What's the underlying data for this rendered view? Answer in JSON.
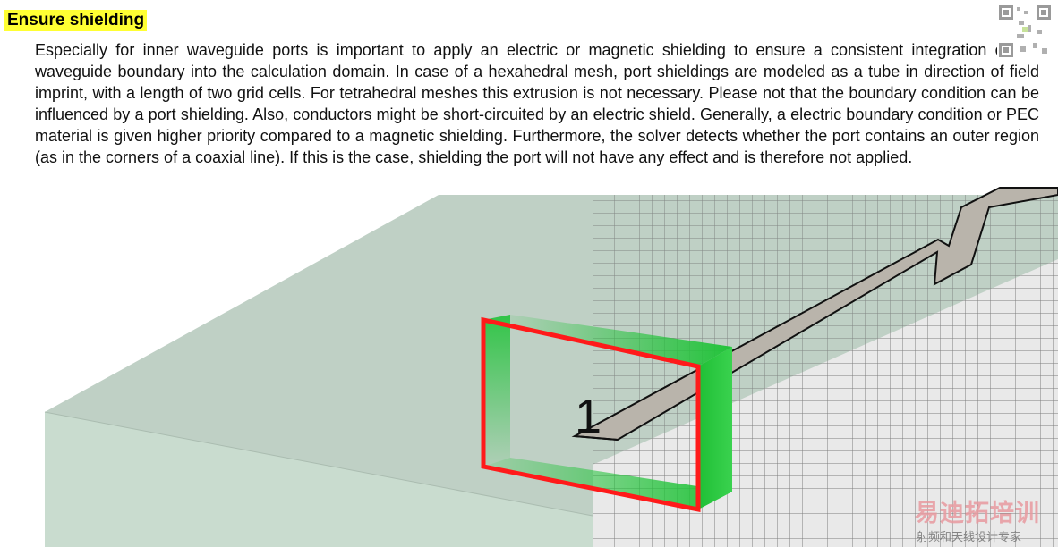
{
  "section": {
    "title": "Ensure shielding",
    "body": "Especially for inner waveguide ports is important to apply an electric or magnetic shielding to ensure a consistent integration of the waveguide boundary into the calculation domain. In case of a hexahedral mesh, port shieldings are modeled as a tube in direction of field imprint, with a length of two grid cells. For tetrahedral meshes this extrusion is not necessary. Please not that the boundary condition can be influenced by a port shielding. Also, conductors might be short-circuited by an electric shield. Generally, a electric boundary condition or PEC material  is given higher priority compared to a magnetic shielding. Furthermore, the solver detects whether the port contains an outer region (as in the corners of a coaxial line). If this is the case, shielding the port will not have any effect and is therefore not applied."
  },
  "figure": {
    "port_number": "1",
    "colors": {
      "substrate": "#bfd0c5",
      "substrate_side": "#c9dccf",
      "mesh_line": "#6d6d6d",
      "microstrip": "#b9b4ab",
      "electric_shield": "#ff1a1a",
      "magnetic_shield": "#22c33a"
    }
  },
  "watermark": {
    "main": "易迪拓培训",
    "sub": "射频和天线设计专家"
  }
}
